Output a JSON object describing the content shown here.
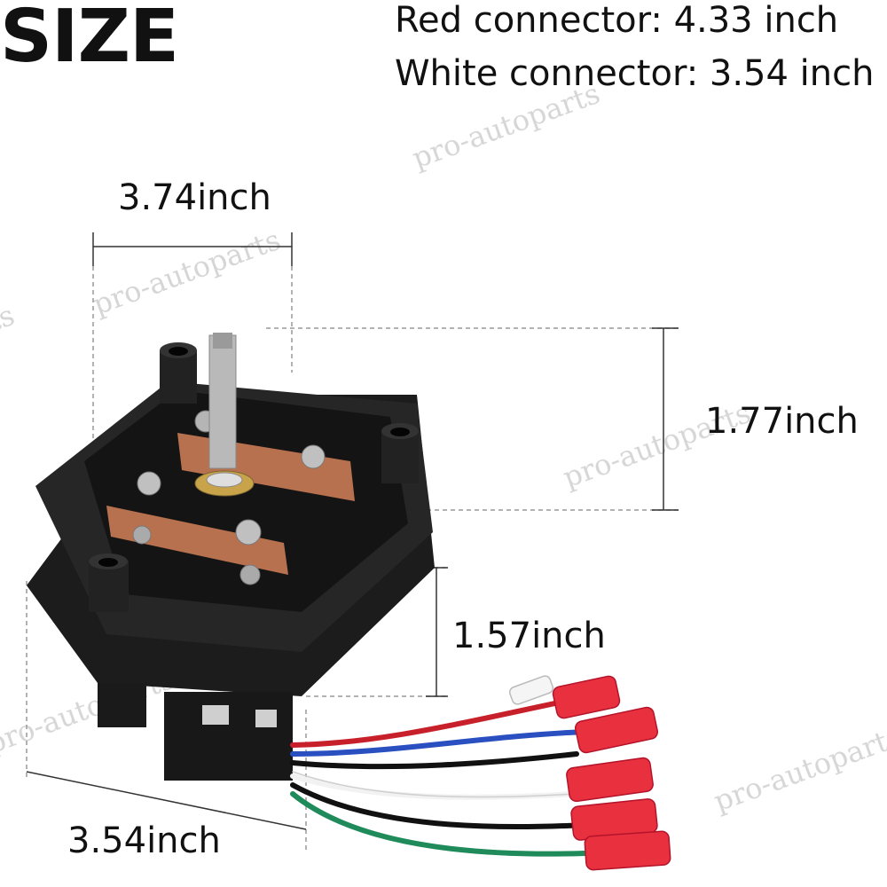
{
  "heading": "SIZE",
  "specs": {
    "red_connector": "Red connector: 4.33 inch",
    "white_connector": "White connector: 3.54 inch"
  },
  "dimensions": {
    "top_width": "3.74inch",
    "right_height": "1.77inch",
    "side_height": "1.57inch",
    "bottom_width": "3.54inch"
  },
  "watermark": "pro-autoparts",
  "colors": {
    "housing": "#1c1c1c",
    "copper": "#b8714f",
    "connector": "#e8303f",
    "wire_red": "#c8202a",
    "wire_blue": "#2a4fc0",
    "wire_black": "#111111",
    "wire_white": "#f2f2f2",
    "wire_green": "#1f8a5a"
  }
}
